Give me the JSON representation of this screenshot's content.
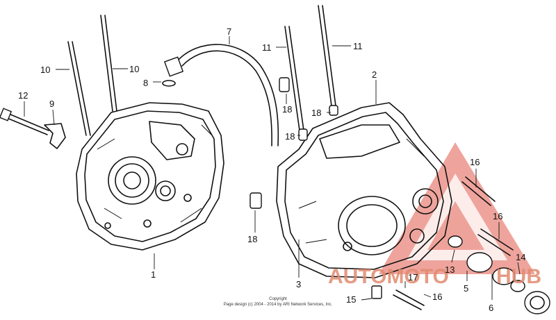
{
  "callouts": [
    "1",
    "2",
    "3",
    "5",
    "6",
    "7",
    "8",
    "9",
    "10",
    "10",
    "11",
    "11",
    "12",
    "13",
    "14",
    "15",
    "16",
    "16",
    "16",
    "17",
    "18",
    "18",
    "18",
    "18"
  ],
  "copyright": {
    "line1": "Copyright",
    "line2": "Page design (c) 2004 - 2014 by ARI Network Services, Inc."
  },
  "watermark": {
    "text_brand": "AUTOMOTO",
    "text_suffix": "HUB",
    "color": "#e05a4a"
  }
}
